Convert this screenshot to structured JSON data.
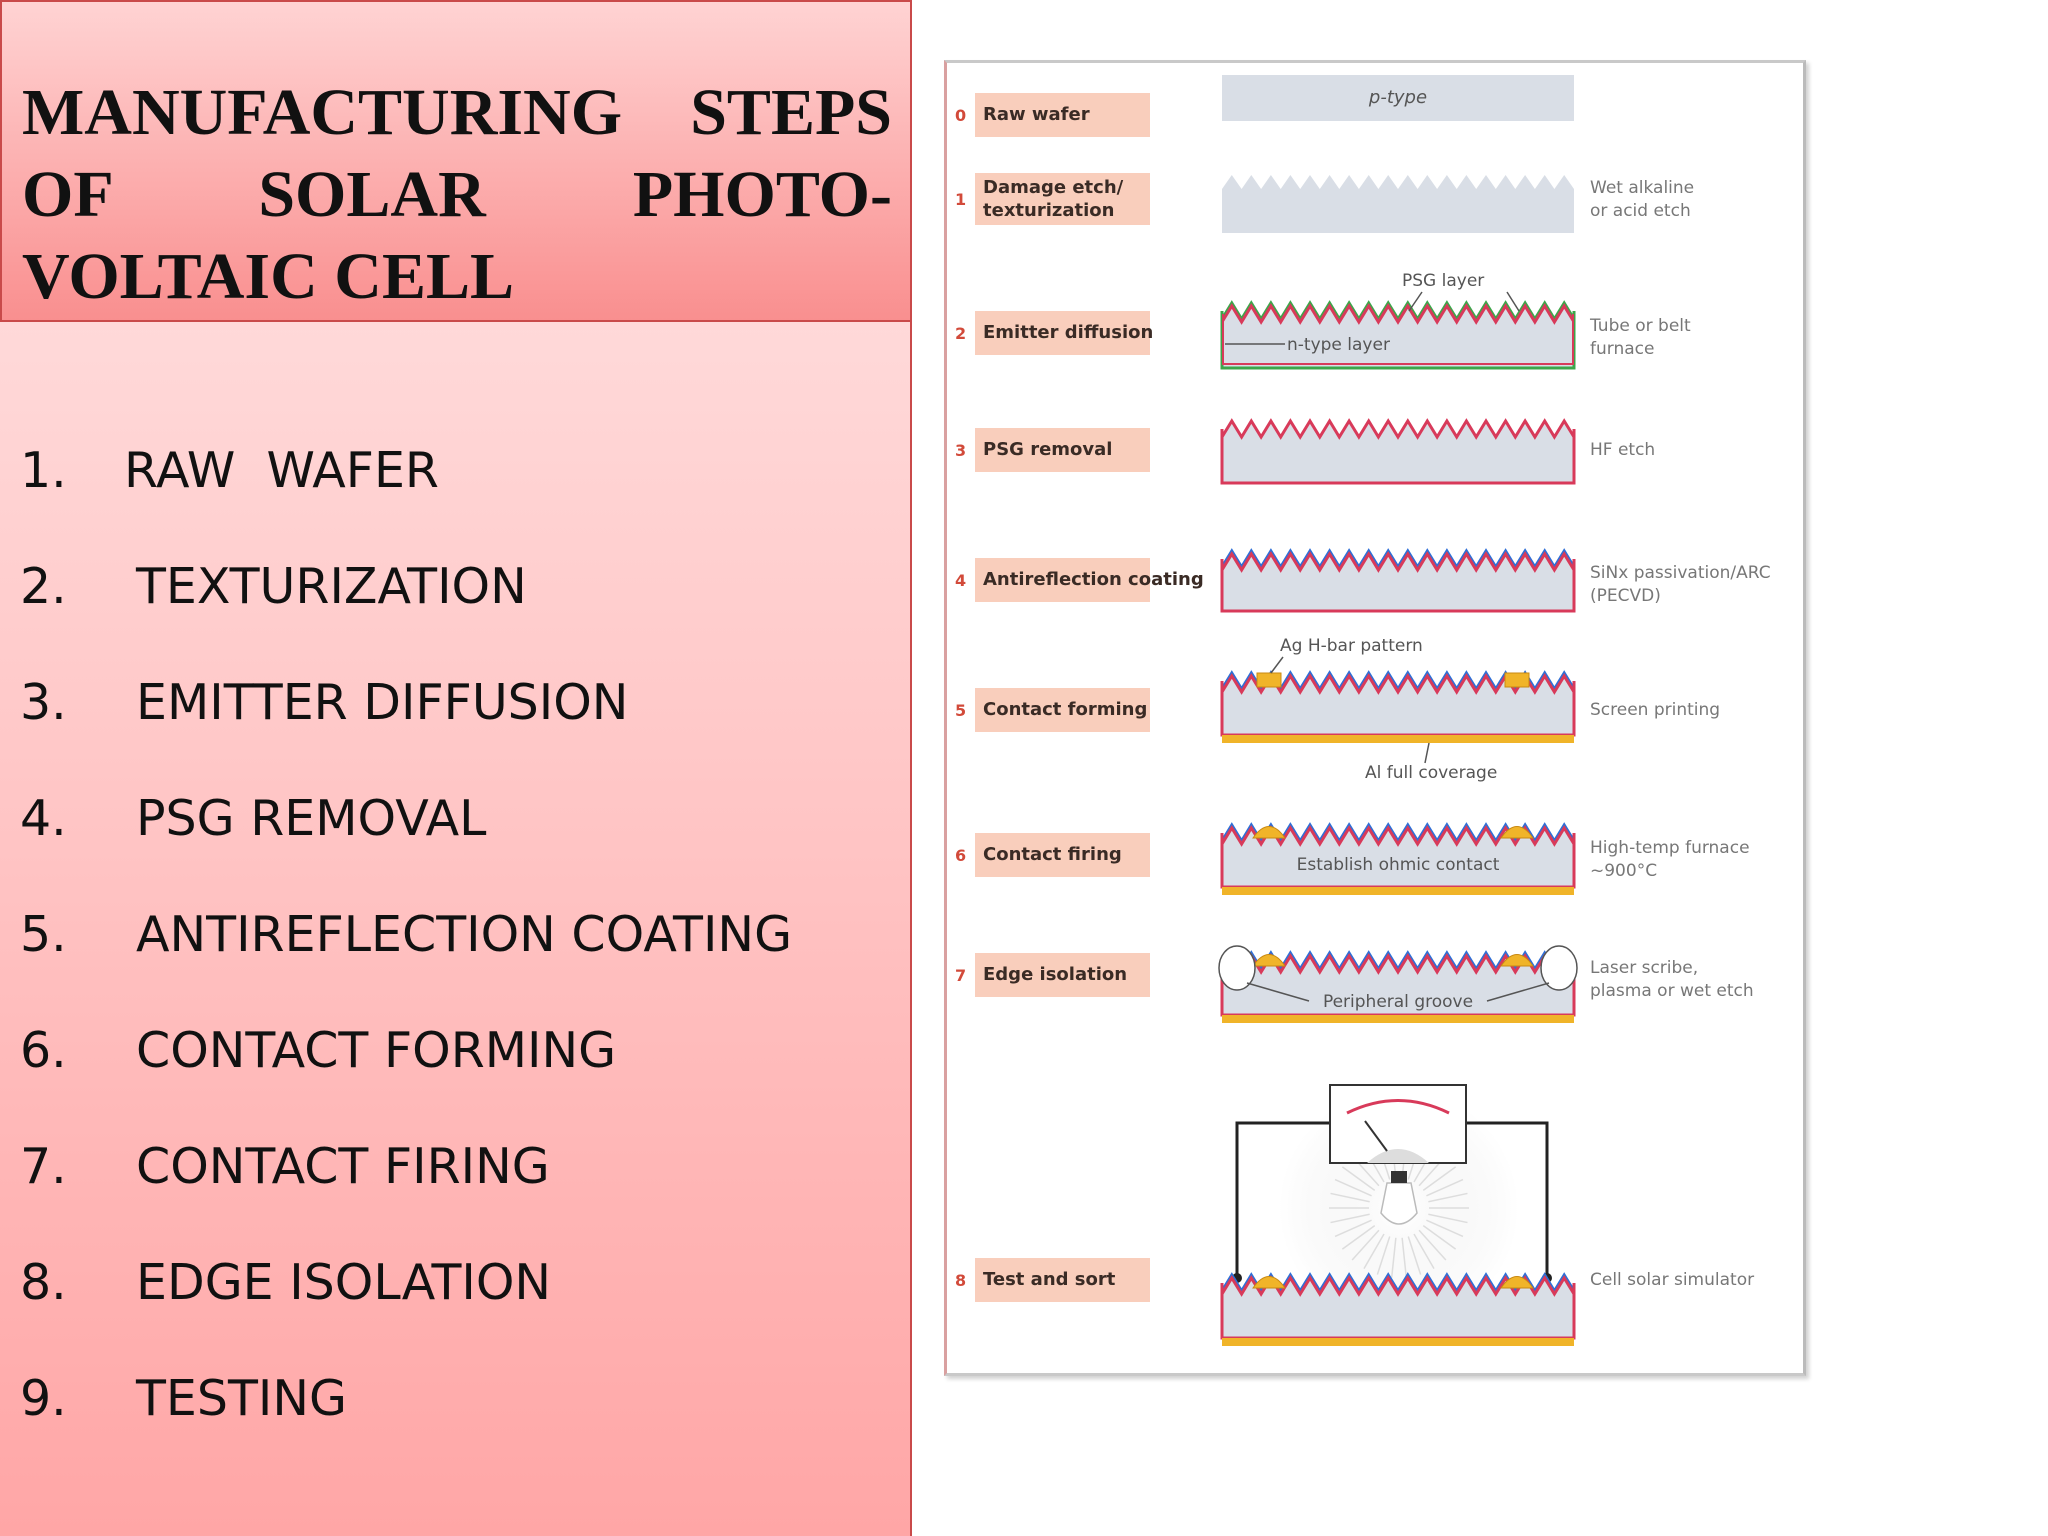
{
  "slide": {
    "title": "MANUFACTURING STEPS OF SOLAR PHOTO-VOLTAIC CELL",
    "steps": [
      {
        "num": "1.",
        "label": "RAW  WAFER"
      },
      {
        "num": "2.",
        "label": "TEXTURIZATION"
      },
      {
        "num": "3.",
        "label": "EMITTER DIFFUSION"
      },
      {
        "num": "4.",
        "label": "PSG REMOVAL"
      },
      {
        "num": "5.",
        "label": "ANTIREFLECTION COATING"
      },
      {
        "num": "6.",
        "label": "CONTACT FORMING"
      },
      {
        "num": "7.",
        "label": "CONTACT FIRING"
      },
      {
        "num": "8.",
        "label": "EDGE ISOLATION"
      },
      {
        "num": "9.",
        "label": "TESTING"
      }
    ]
  },
  "diagram": {
    "stages": [
      {
        "num": "0",
        "name": [
          "Raw wafer"
        ],
        "note": []
      },
      {
        "num": "1",
        "name": [
          "Damage etch/",
          "texturization"
        ],
        "note": [
          "Wet alkaline",
          "or acid etch"
        ]
      },
      {
        "num": "2",
        "name": [
          "Emitter diffusion"
        ],
        "note": [
          "Tube or belt",
          "furnace"
        ]
      },
      {
        "num": "3",
        "name": [
          "PSG removal"
        ],
        "note": [
          "HF etch"
        ]
      },
      {
        "num": "4",
        "name": [
          "Antireflection coating"
        ],
        "note": [
          "SiNx passivation/ARC",
          "(PECVD)"
        ]
      },
      {
        "num": "5",
        "name": [
          "Contact forming"
        ],
        "note": [
          "Screen printing"
        ]
      },
      {
        "num": "6",
        "name": [
          "Contact firing"
        ],
        "note": [
          "High-temp furnace",
          "~900°C"
        ]
      },
      {
        "num": "7",
        "name": [
          "Edge isolation"
        ],
        "note": [
          "Laser scribe,",
          "plasma or wet etch"
        ]
      },
      {
        "num": "8",
        "name": [
          "Test and sort"
        ],
        "note": [
          "Cell solar simulator"
        ]
      }
    ],
    "annotations": {
      "p_type": "p-type",
      "psg_layer": "PSG layer",
      "n_type_layer": "n-type layer",
      "ag_pattern": "Ag H-bar pattern",
      "al_coverage": "Al full coverage",
      "ohmic": "Establish ohmic contact",
      "groove": "Peripheral groove"
    },
    "colors": {
      "label_bg": "#f8c6b0",
      "wafer": "#d9dee6",
      "psg": "#3ca64a",
      "emitter": "#d83a5a",
      "arc": "#2f6fd6",
      "contact": "#f0b429"
    }
  }
}
